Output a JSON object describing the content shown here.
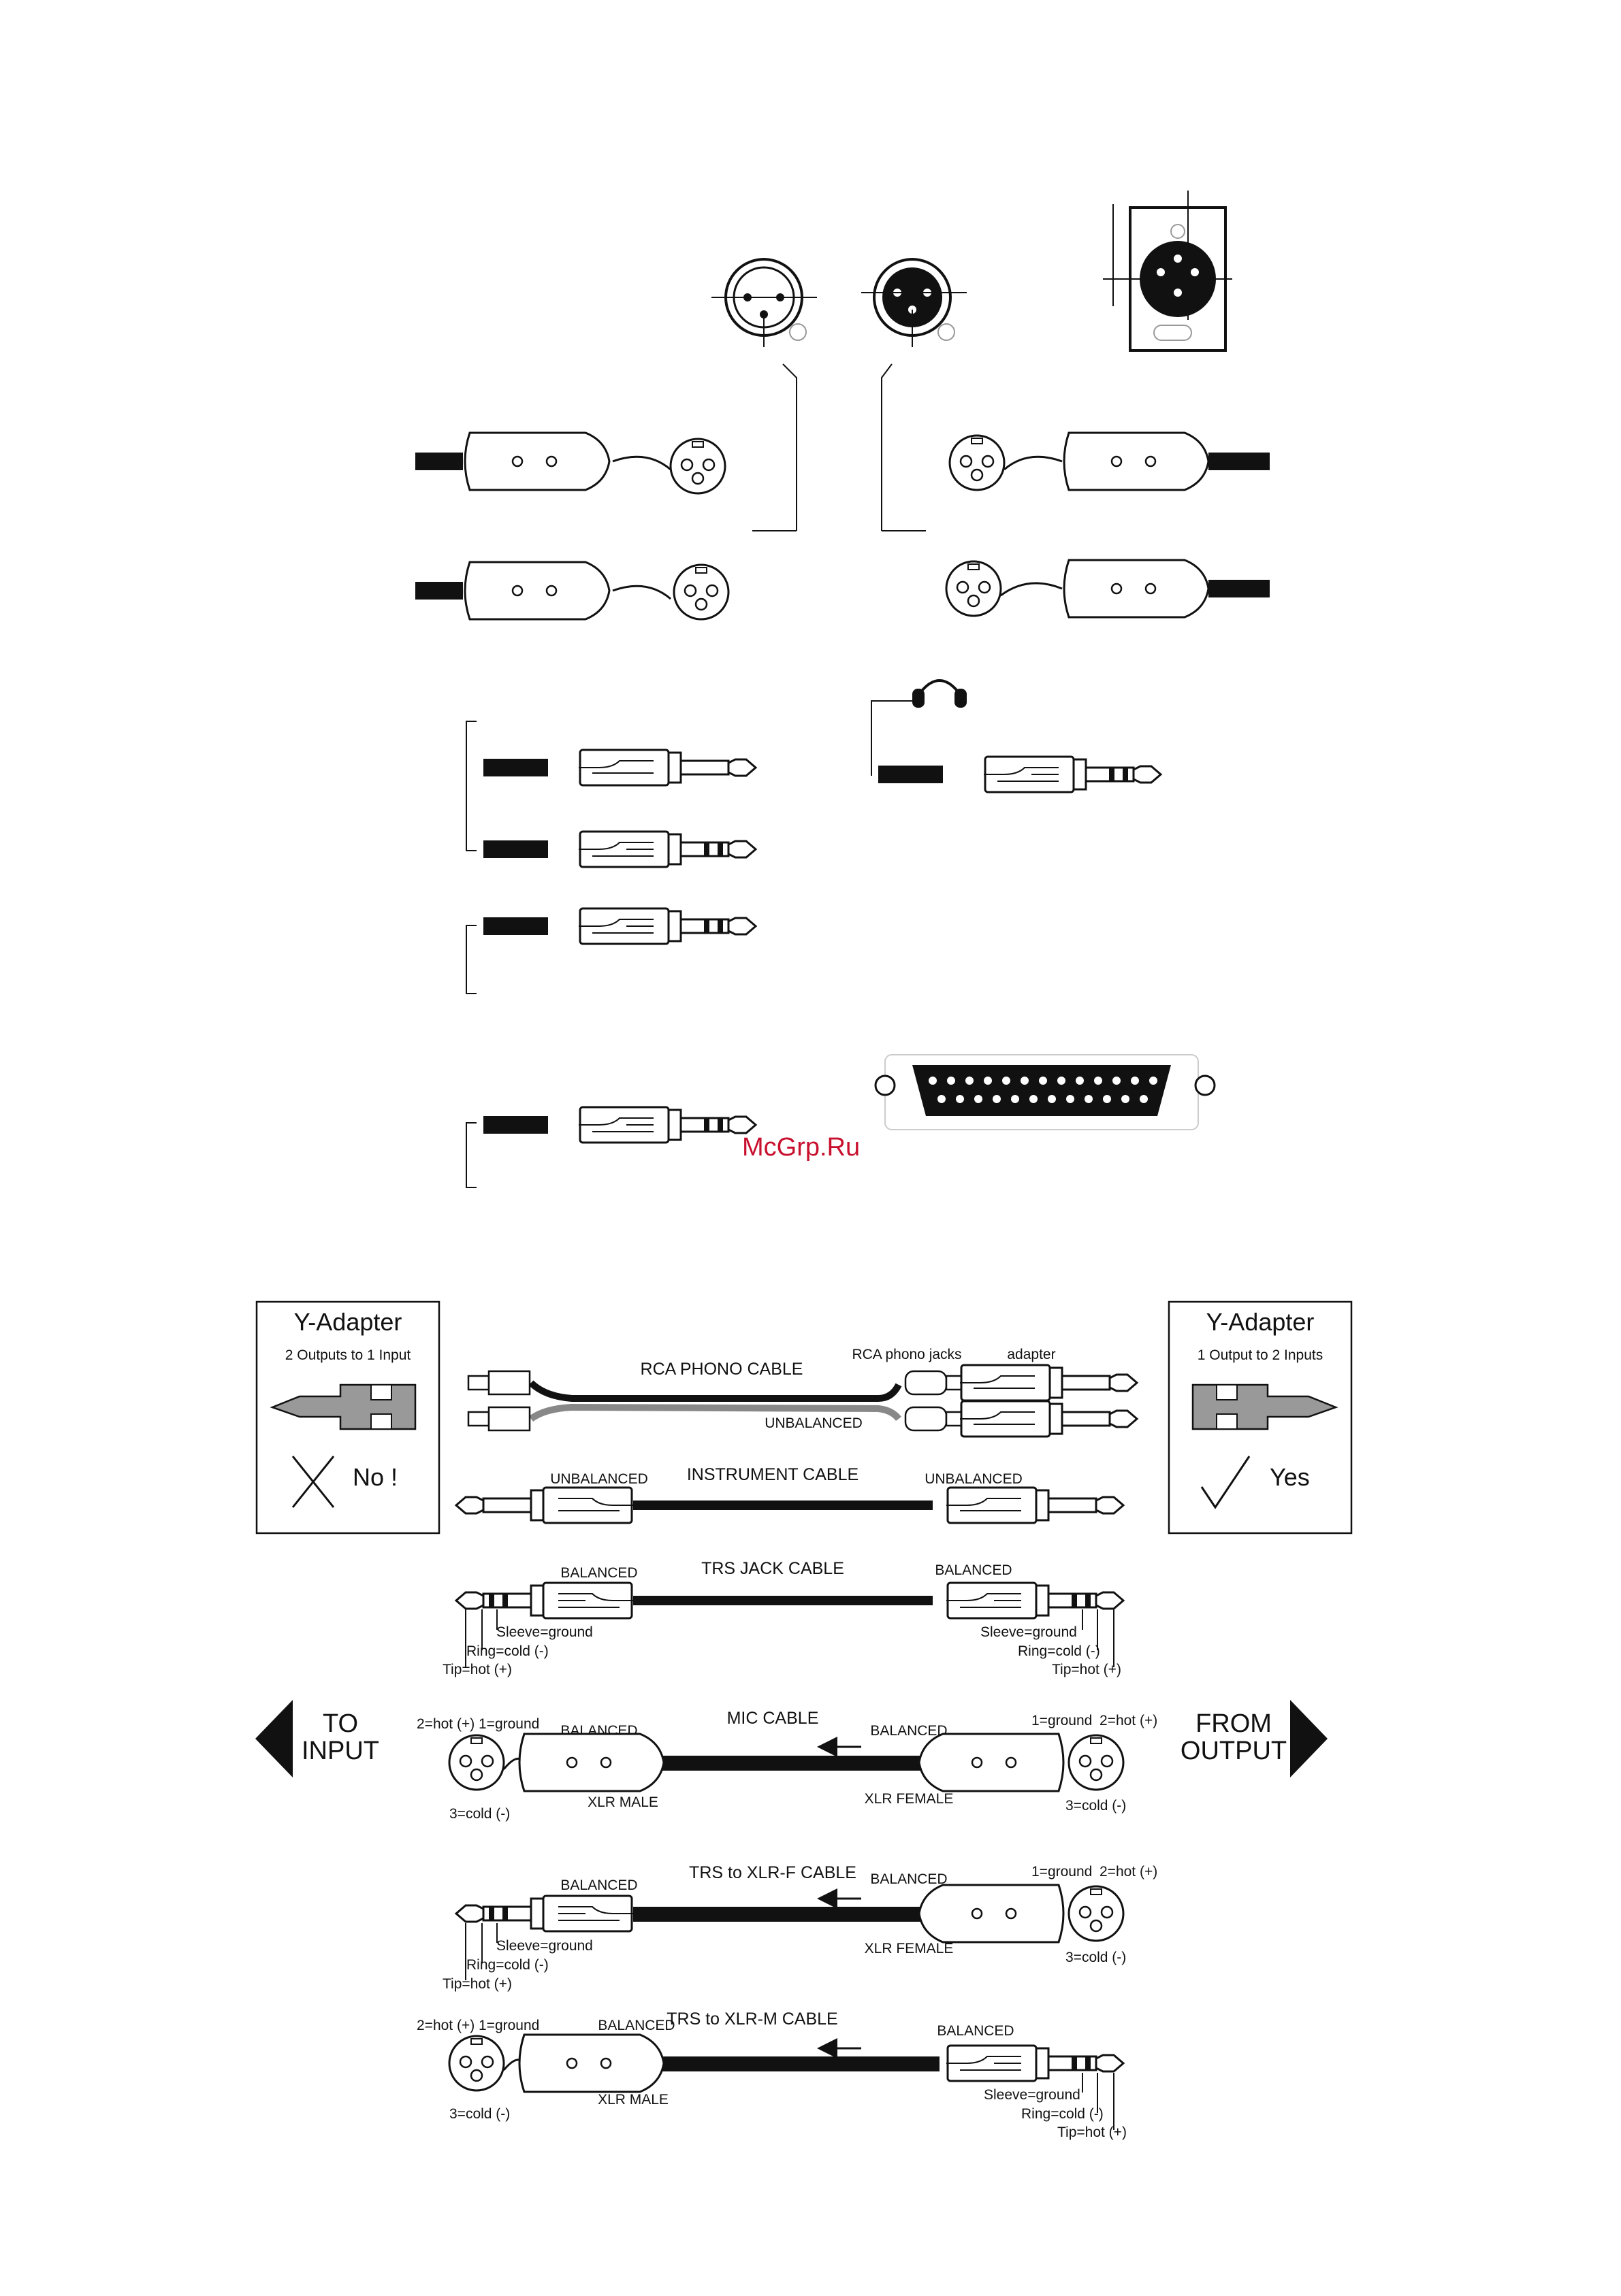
{
  "watermark": "McGrp.Ru",
  "y_adapter_left": {
    "title": "Y-Adapter",
    "subtitle": "2 Outputs to 1 Input",
    "verdict": "No !"
  },
  "y_adapter_right": {
    "title": "Y-Adapter",
    "subtitle": "1 Output to 2 Inputs",
    "verdict": "Yes"
  },
  "rca": {
    "title": "RCA PHONO CABLE",
    "jacks": "RCA phono jacks",
    "adapter": "adapter",
    "unbalanced": "UNBALANCED"
  },
  "instrument": {
    "title": "INSTRUMENT CABLE",
    "left": "UNBALANCED",
    "right": "UNBALANCED"
  },
  "trs": {
    "title": "TRS JACK CABLE",
    "left": "BALANCED",
    "right": "BALANCED"
  },
  "mic": {
    "title": "MIC CABLE",
    "left": "BALANCED",
    "right": "BALANCED",
    "left_connector": "XLR MALE",
    "right_connector": "XLR FEMALE"
  },
  "trs_xlrf": {
    "title": "TRS to XLR-F CABLE",
    "left": "BALANCED",
    "right": "BALANCED",
    "right_connector": "XLR FEMALE"
  },
  "trs_xlrm": {
    "title": "TRS to XLR-M CABLE",
    "left": "BALANCED",
    "right": "BALANCED",
    "left_connector": "XLR MALE"
  },
  "labels": {
    "sleeve": "Sleeve=ground",
    "ring": "Ring=cold (-)",
    "tip": "Tip=hot (+)",
    "hot2": "2=hot (+)",
    "ground1": "1=ground",
    "cold3": "3=cold (-)"
  },
  "nav": {
    "to_line1": "TO",
    "to_line2": "INPUT",
    "from_line1": "FROM",
    "from_line2": "OUTPUT"
  },
  "pins": {
    "p1": "1",
    "p2": "2",
    "p3": "3"
  }
}
